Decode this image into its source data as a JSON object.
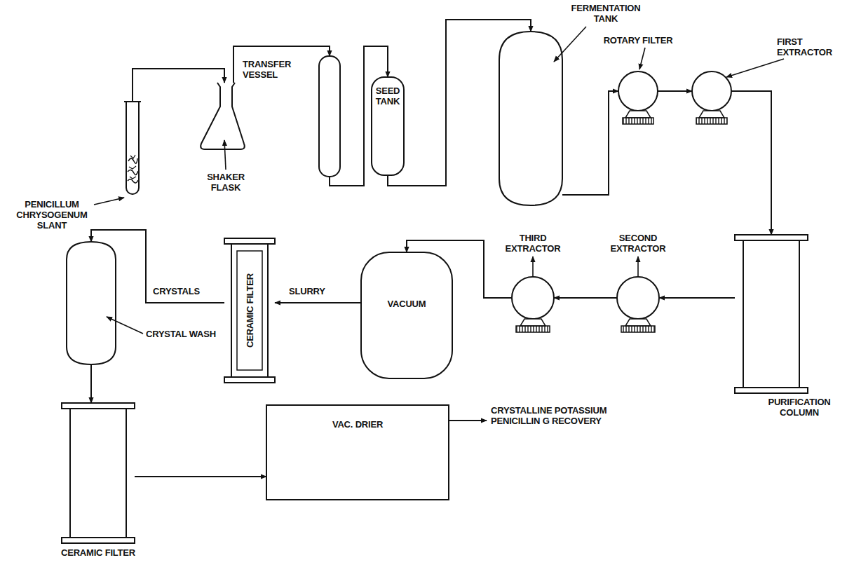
{
  "diagram": {
    "nodes": [
      {
        "text": [
          "PENICILLUM CHRYSOGENUM SLANT"
        ]
      },
      {
        "text": [
          "SHAKER FLASK"
        ]
      },
      {
        "text": [
          "TRANSFER VESSEL"
        ]
      },
      {
        "text": [
          "SEED TANK"
        ]
      },
      {
        "text": [
          "FERMENTATION TANK"
        ]
      },
      {
        "text": [
          "ROTARY FILTER"
        ]
      },
      {
        "text": [
          "FIRST EXTRACTOR"
        ]
      },
      {
        "text": [
          "PURIFICATION COLUMN"
        ]
      },
      {
        "text": [
          "SECOND EXTRACTOR"
        ]
      },
      {
        "text": [
          "THIRD EXTRACTOR"
        ]
      },
      {
        "text": [
          "VACUUM"
        ]
      },
      {
        "text": [
          "CERAMIC FILTER"
        ]
      },
      {
        "text": [
          "CRYSTAL WASH"
        ]
      },
      {
        "text": [
          "CERAMIC FILTER"
        ]
      },
      {
        "text": [
          "VAC. DRIER"
        ]
      }
    ],
    "edges": [
      {
        "from": 0,
        "to": 1,
        "arrow": "to"
      },
      {
        "from": 1,
        "to": 2,
        "arrow": "to"
      },
      {
        "from": 2,
        "to": 3,
        "arrow": "to"
      },
      {
        "from": 3,
        "to": 4,
        "arrow": "to"
      },
      {
        "from": 4,
        "to": 5,
        "arrow": "to"
      },
      {
        "from": 5,
        "to": 6,
        "arrow": "to"
      },
      {
        "from": 6,
        "to": 7,
        "arrow": "to"
      },
      {
        "from": 7,
        "to": 8,
        "arrow": "to"
      },
      {
        "from": 8,
        "to": 9,
        "arrow": "to"
      },
      {
        "from": 9,
        "to": 10,
        "arrow": "to"
      },
      {
        "from": 10,
        "to": 11,
        "label": "SLURRY",
        "arrow": "to"
      },
      {
        "from": 11,
        "to": 12,
        "label": "CRYSTALS",
        "arrow": "to"
      },
      {
        "from": 12,
        "to": 13,
        "arrow": "to"
      },
      {
        "from": 13,
        "to": 14,
        "arrow": "to"
      }
    ],
    "labels": [
      "CRYSTALLINE POTASSIUM PENICILLIN G RECOVERY"
    ]
  }
}
